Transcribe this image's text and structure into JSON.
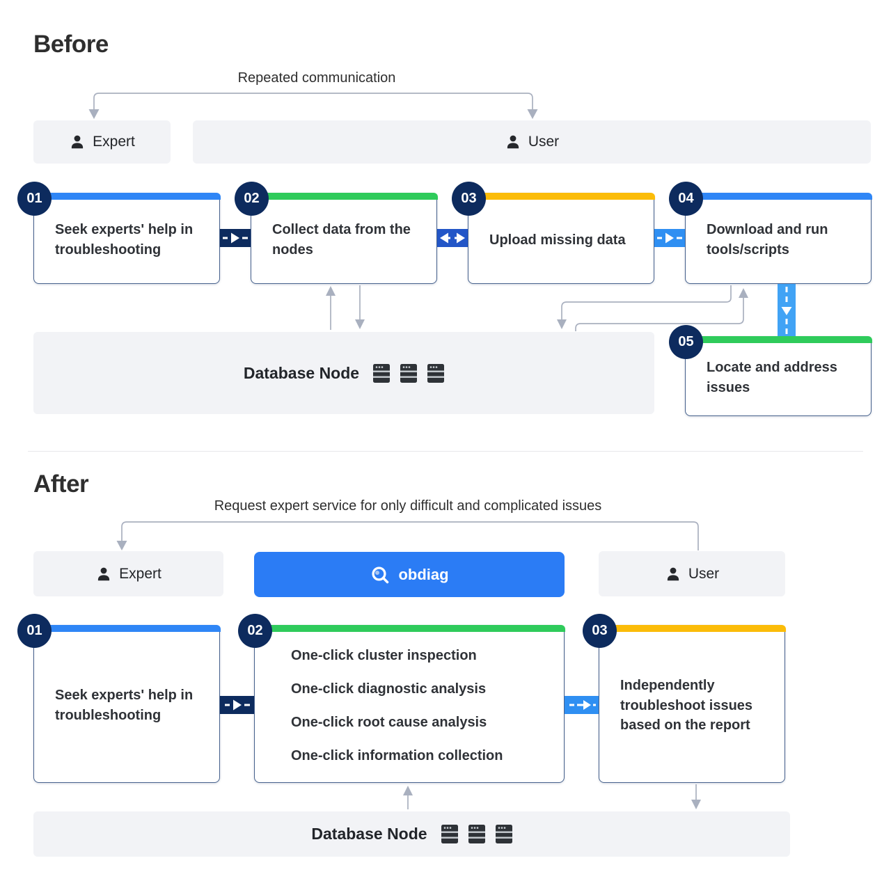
{
  "before": {
    "title": "Before",
    "bracket_label": "Repeated communication",
    "actors": {
      "expert": "Expert",
      "user": "User"
    },
    "steps": [
      {
        "num": "01",
        "label": "Seek experts' help in troubleshooting"
      },
      {
        "num": "02",
        "label": "Collect data from the nodes"
      },
      {
        "num": "03",
        "label": "Upload missing data"
      },
      {
        "num": "04",
        "label": "Download and run tools/scripts"
      },
      {
        "num": "05",
        "label": "Locate and address issues"
      }
    ],
    "database_label": "Database Node"
  },
  "after": {
    "title": "After",
    "bracket_label": "Request expert service for only difficult and complicated issues",
    "actors": {
      "expert": "Expert",
      "user": "User"
    },
    "obdiag_label": "obdiag",
    "steps": [
      {
        "num": "01",
        "label": "Seek experts' help in troubleshooting"
      },
      {
        "num": "02",
        "items": [
          "One-click cluster inspection",
          "One-click diagnostic analysis",
          "One-click root cause analysis",
          "One-click information collection"
        ]
      },
      {
        "num": "03",
        "label": "Independently troubleshoot issues based on the report"
      }
    ],
    "database_label": "Database Node"
  },
  "colors": {
    "accent_blue": "#2f86f6",
    "accent_green": "#2fcb5b",
    "accent_yellow": "#fbbc09",
    "navy_badge": "#0d2b5e",
    "arrow_navy": "#0d2b5e",
    "arrow_mid_blue": "#2356c7",
    "arrow_bright_blue": "#2f8ff2",
    "arrow_light_blue": "#41a3f5",
    "obdiag_blue": "#2b7cf5",
    "connector_gray": "#a9b0bf",
    "actor_box_gray": "#f2f3f6"
  }
}
